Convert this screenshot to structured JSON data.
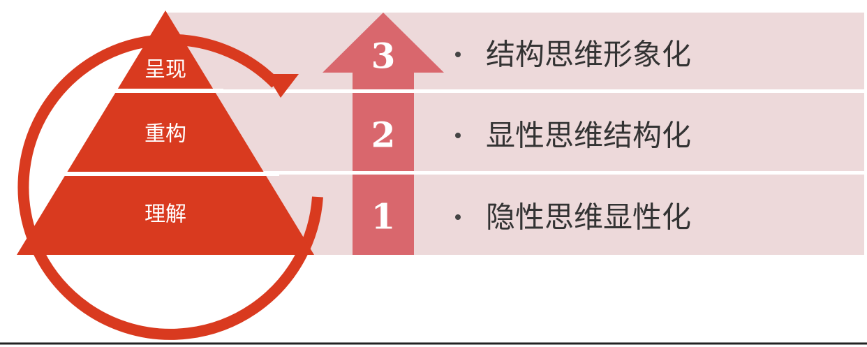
{
  "colors": {
    "accent": "#d93a1f",
    "arrow_body": "#d9676d",
    "band_fill": "#edd9da",
    "band_divider": "#ffffff",
    "text_dark": "#333333"
  },
  "pyramid": {
    "levels": [
      {
        "label": "呈现"
      },
      {
        "label": "重构"
      },
      {
        "label": "理解"
      }
    ]
  },
  "cycle": {
    "icon": "circular-arrow-icon"
  },
  "progress_arrow": {
    "icon": "up-arrow-icon",
    "steps": [
      "3",
      "2",
      "1"
    ]
  },
  "bullets": [
    {
      "text": "结构思维形象化"
    },
    {
      "text": "显性思维结构化"
    },
    {
      "text": "隐性思维显性化"
    }
  ]
}
